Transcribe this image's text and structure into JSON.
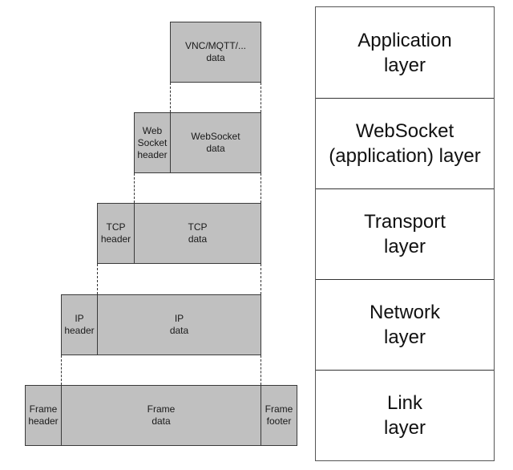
{
  "encapsulation": {
    "application_row": {
      "data": "VNC/MQTT/...\ndata"
    },
    "websocket_row": {
      "header": "Web\nSocket\nheader",
      "data": "WebSocket\ndata"
    },
    "transport_row": {
      "header": "TCP\nheader",
      "data": "TCP\ndata"
    },
    "network_row": {
      "header": "IP\nheader",
      "data": "IP\ndata"
    },
    "link_row": {
      "header": "Frame\nheader",
      "data": "Frame\ndata",
      "footer": "Frame\nfooter"
    }
  },
  "layers": [
    {
      "label": "Application\nlayer"
    },
    {
      "label": "WebSocket\n(application) layer"
    },
    {
      "label": "Transport\nlayer"
    },
    {
      "label": "Network\nlayer"
    },
    {
      "label": "Link\nlayer"
    }
  ],
  "colors": {
    "segment_fill": "#c0c0c0",
    "border": "#3a3a3a"
  }
}
